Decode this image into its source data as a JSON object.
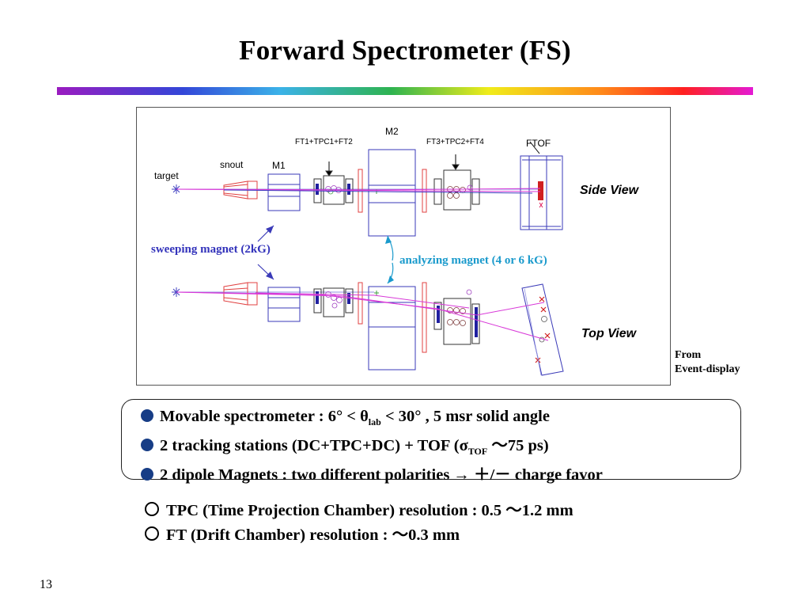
{
  "title": "Forward Spectrometer (FS)",
  "page_number": "13",
  "figure": {
    "labels": {
      "target": "target",
      "snout": "snout",
      "m1": "M1",
      "m2": "M2",
      "ft1": "FT1+TPC1+FT2",
      "ft3": "FT3+TPC2+FT4",
      "ftof": "FTOF",
      "side_view": "Side View",
      "top_view": "Top View",
      "sweeping": "sweeping magnet (2kG)",
      "analyzing": "analyzing magnet (4 or 6 kG)"
    },
    "colors": {
      "sweeping": "#3333bb",
      "analyzing": "#1a9acc",
      "magnet": "#3a3ab8",
      "snout": "#e04040",
      "track": "#d838d8"
    }
  },
  "source": {
    "line1": "From",
    "line2": "Event-display"
  },
  "bullets": [
    {
      "pre": "Movable spectrometer :  6°  < θ",
      "sub": "lab",
      "post": " < 30°  , 5 msr solid angle"
    },
    {
      "pre": "2 tracking stations (DC+TPC+DC) + TOF (σ",
      "sub": "TOF",
      "post": " ～75 ps)"
    },
    {
      "pre": "2 dipole Magnets : two different polarities  →  ＋/－ charge favor",
      "sub": "",
      "post": ""
    }
  ],
  "resolutions": [
    "TPC (Time Projection Chamber) resolution  :  0.5 ～1.2 mm",
    "FT (Drift Chamber) resolution  : ～0.3 mm"
  ]
}
